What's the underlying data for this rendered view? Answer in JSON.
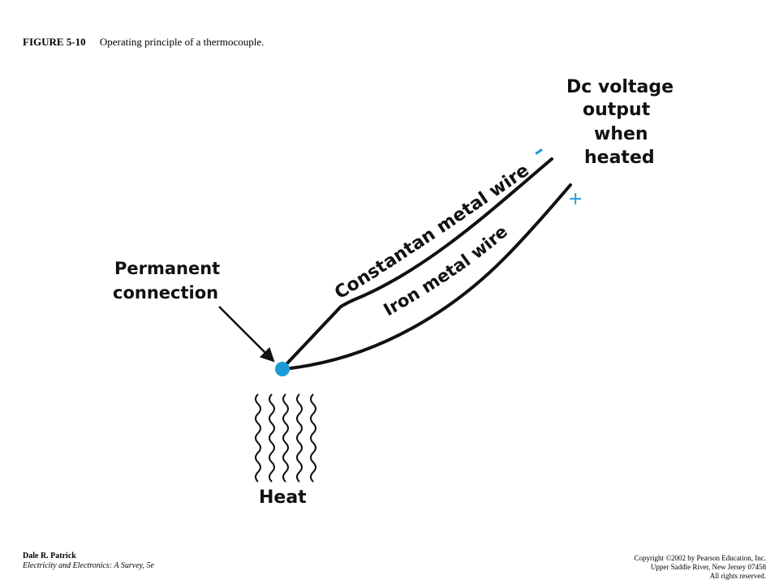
{
  "caption": {
    "figure_number": "FIGURE 5-10",
    "text": "Operating principle of a thermocouple."
  },
  "labels": {
    "dc_output": [
      "Dc voltage",
      "output",
      "when",
      "heated"
    ],
    "constantan": "Constantan metal wire",
    "iron": "Iron metal wire",
    "permanent": [
      "Permanent",
      "connection"
    ],
    "heat": "Heat",
    "minus": "–",
    "plus": "+"
  },
  "colors": {
    "accent": "#1a9bd7",
    "wire": "#111111"
  },
  "footer": {
    "author": "Dale R. Patrick",
    "book": "Electricity and Electronics: A Survey, 5e",
    "copyright": [
      "Copyright ©2002 by Pearson Education, Inc.",
      "Upper Saddle River, New Jersey 07458",
      "All rights reserved."
    ]
  }
}
